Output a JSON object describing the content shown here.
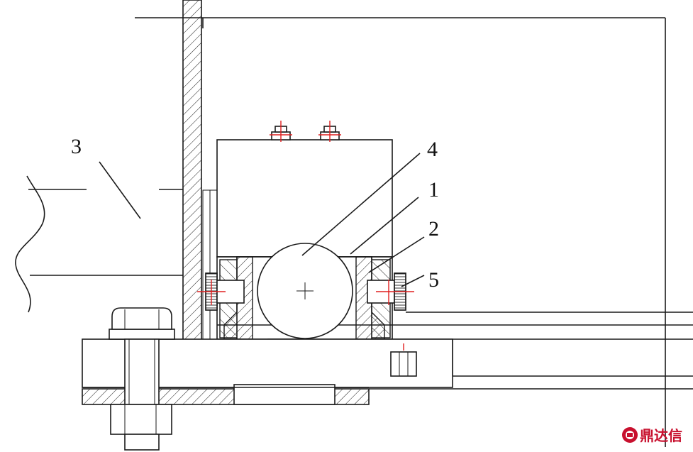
{
  "callouts": [
    {
      "label": "3"
    },
    {
      "label": "4"
    },
    {
      "label": "1"
    },
    {
      "label": "2"
    },
    {
      "label": "5"
    }
  ],
  "watermark": {
    "text": "鼎达信",
    "icon": "dingdaxin-logo-icon",
    "color": "#c8102e"
  },
  "colors": {
    "line": "#1a1a1a",
    "centerline": "#e02020"
  }
}
